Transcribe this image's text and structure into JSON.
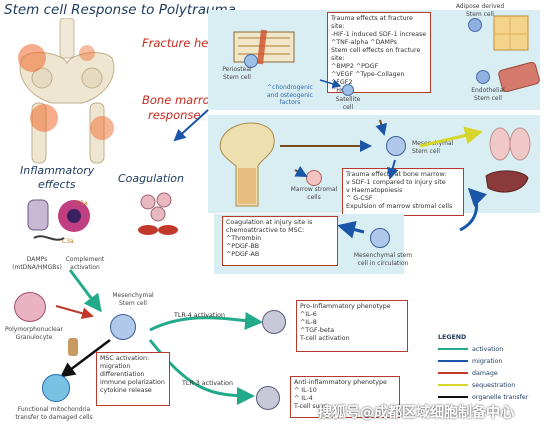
{
  "title": "Stem cell Response to Polytrauma",
  "labels": {
    "fracture_healing": "Fracture healing",
    "bone_marrow": "Bone marrow",
    "bone_marrow_2": "response",
    "inflammatory": "Inflammatory",
    "inflammatory_2": "effects",
    "coagulation": "Coagulation"
  },
  "cells": {
    "adipose": [
      "Adipose derived",
      "Stem cell"
    ],
    "periosteal": [
      "Periosteal",
      "Stem cell"
    ],
    "periosteal_effects": [
      "^chondrogenic",
      "and osteogenic",
      "factors"
    ],
    "satellite": [
      "Satellite",
      "cell"
    ],
    "endothelial": [
      "Endothelial",
      "Stem cell"
    ],
    "mesenchymal_top": [
      "Mesenchymal",
      "Stem cell"
    ],
    "marrow_stromal": [
      "Marrow stromal",
      "cells"
    ],
    "msc_circulation": [
      "Mesenchymal stem",
      "cell in circulation"
    ],
    "damps": [
      "DAMPs",
      "(mtDNA/HMGBs)"
    ],
    "complement": [
      "Complement",
      "activation"
    ],
    "c5a": "C5a",
    "c3a": "C3a",
    "pmn": [
      "Polymorphonuclear",
      "Granulocyte"
    ],
    "msc_center": [
      "Mesenchymal",
      "Stem cell"
    ],
    "mito": [
      "Functional mitochondria",
      "transfer to damaged cells"
    ]
  },
  "boxes": {
    "fracture_site": {
      "lines": [
        "Trauma effects at fracture site:",
        "-HIF-1 induced SDF-1 increase",
        "^TNF-alpha    ^DAMPs"
      ],
      "lines2": [
        "Stem cell effects on fracture site:",
        "^BMP2          ^PDGF",
        "^VEGF          ^Type-Collagen",
        "^FGF2",
        "^HGF"
      ]
    },
    "bone_marrow": [
      "Trauma effects at bone marrow:",
      "v SDF-1 compared to injury site",
      "v Haematopoiesis",
      "^ G-CSF",
      "Expulsion of marrow stromal cells"
    ],
    "coagulation": [
      "Coagulation at injury site is",
      "chemoattractive to MSC:",
      "^Thrombin",
      "^PDGF-BB",
      "^PDGF-AB"
    ],
    "pro_inflammatory": [
      "Pro-Inflammatory phenotype",
      "^IL-6",
      "^IL-8",
      "^TGF-beta",
      "T-cell activation"
    ],
    "msc_activation": [
      "MSC activation:",
      "migration",
      "differentiation",
      "immune polarization",
      "cytokine release"
    ],
    "anti_inflammatory": [
      "Anti-inflammatory phenotype",
      "^ IL-10",
      "^ IL-4",
      "T-cell supp"
    ]
  },
  "arrows": {
    "tlr4": "TLR-4 activation",
    "tlr3": "TLR-3 activation"
  },
  "legend": {
    "title": "LEGEND",
    "items": [
      {
        "label": "activation",
        "color": "#22aa8a"
      },
      {
        "label": "migration",
        "color": "#1a56a8"
      },
      {
        "label": "damage",
        "color": "#c0392b"
      },
      {
        "label": "sequestration",
        "color": "#d6d62a"
      },
      {
        "label": "organelle transfer",
        "color": "#111111"
      }
    ]
  },
  "watermark": "搜狐号@成都区域细胞制备中心"
}
